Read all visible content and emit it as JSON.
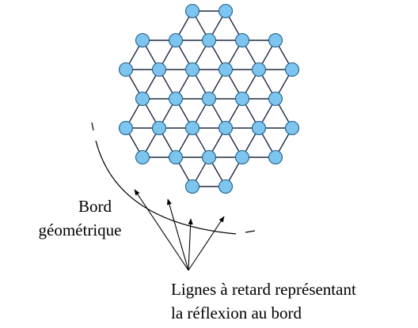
{
  "labels": {
    "border_line1": "Bord",
    "border_line2": "géométrique",
    "delay_line1": "Lignes à retard représentant",
    "delay_line2": "la réflexion au bord"
  },
  "colors": {
    "node_fill": "#7dc4ee",
    "node_stroke": "#1a5f8f",
    "edge": "#1e2a40",
    "border": "#000000"
  },
  "lattice": {
    "type": "triangular",
    "row_node_counts": [
      2,
      5,
      6,
      5,
      6,
      5,
      2
    ]
  }
}
